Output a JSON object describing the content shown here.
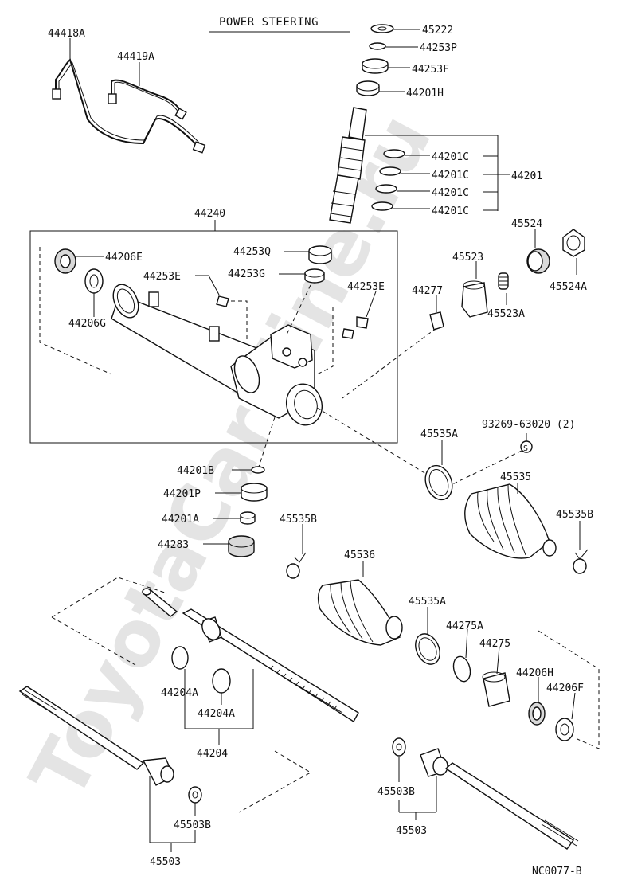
{
  "title": "POWER STEERING",
  "watermark": "ToyotaCarMine.ru",
  "diagram_code": "NC0077-B",
  "labels": {
    "p44418A": "44418A",
    "p44419A": "44419A",
    "p45222": "45222",
    "p44253P": "44253P",
    "p44253F": "44253F",
    "p44201H": "44201H",
    "p44201C_1": "44201C",
    "p44201C_2": "44201C",
    "p44201C_3": "44201C",
    "p44201C_4": "44201C",
    "p44201": "44201",
    "p44240": "44240",
    "p44206E": "44206E",
    "p44206G": "44206G",
    "p44253Q": "44253Q",
    "p44253G": "44253G",
    "p44253E_1": "44253E",
    "p44253E_2": "44253E",
    "p44277": "44277",
    "p45523": "45523",
    "p45523A": "45523A",
    "p45524": "45524",
    "p45524A": "45524A",
    "p93269": "93269-63020 (2)",
    "p45535A_1": "45535A",
    "p45535": "45535",
    "p45535B_1": "45535B",
    "p45535B_2": "45535B",
    "p44201B": "44201B",
    "p44201P": "44201P",
    "p44201A": "44201A",
    "p44283": "44283",
    "p45536": "45536",
    "p45535A_2": "45535A",
    "p44275A": "44275A",
    "p44275": "44275",
    "p44206H": "44206H",
    "p44206F": "44206F",
    "p44204A_1": "44204A",
    "p44204A_2": "44204A",
    "p44204": "44204",
    "p45503B_1": "45503B",
    "p45503B_2": "45503B",
    "p45503_1": "45503",
    "p45503_2": "45503"
  }
}
